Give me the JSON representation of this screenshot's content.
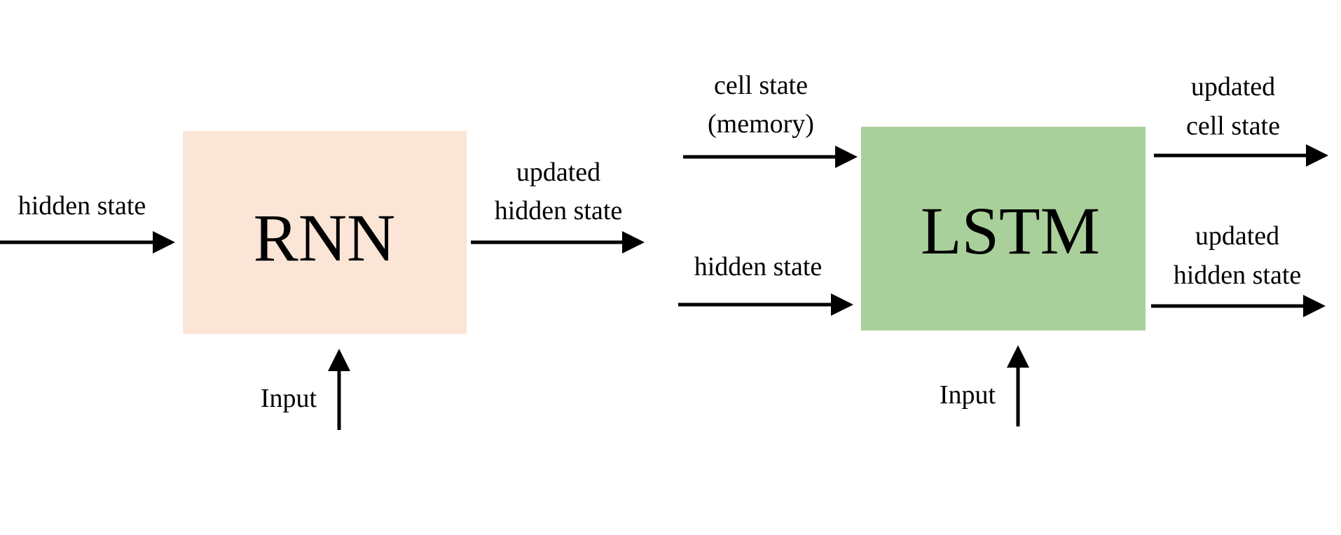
{
  "colors": {
    "rnn_fill": "#fbe5d6",
    "lstm_fill": "#a9d09a",
    "arrow": "#000000",
    "text": "#000000"
  },
  "rnn": {
    "title": "RNN",
    "hidden_in_label": "hidden state",
    "hidden_out_label": [
      "updated",
      "hidden state"
    ],
    "input_label": "Input"
  },
  "lstm": {
    "title": "LSTM",
    "cell_in_label": [
      "cell state",
      "(memory)"
    ],
    "hidden_in_label": "hidden state",
    "cell_out_label": [
      "updated",
      "cell state"
    ],
    "hidden_out_label": [
      "updated",
      "hidden state"
    ],
    "input_label": "Input"
  }
}
